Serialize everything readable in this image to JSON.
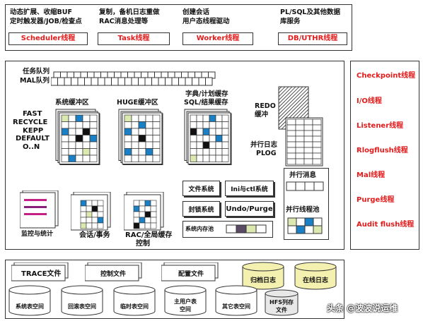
{
  "top_panel": {
    "groups": [
      {
        "desc_line1": "动态扩展、收缩BUF",
        "desc_line2": "定时触发器/JOB/检查点",
        "label": "Scheduler线程"
      },
      {
        "desc_line1": "复制，备机日志重做",
        "desc_line2": "RAC消息处理等",
        "label": "Task线程"
      },
      {
        "desc_line1": "创建会话",
        "desc_line2": "用户态线程驱动",
        "label": "Worker线程"
      },
      {
        "desc_line1": "PL/SQL及其他数据",
        "desc_line2": "库服务",
        "label": "DB/UTHR线程"
      }
    ]
  },
  "memory": {
    "task_queue": "任务队列",
    "mal_queue": "MAL队列",
    "sys_buffer": "系统缓冲区",
    "buffer_types": [
      "FAST",
      "RECYCLE",
      "KEPP",
      "DEFAULT",
      "O..N"
    ],
    "huge_buffer": "HUGE缓冲区",
    "dict_cache_line1": "字典/计划缓存",
    "dict_cache_line2": "SQL/结果缓存",
    "redo_line1": "REDO",
    "redo_line2": "缓冲",
    "plog_line1": "并行日志",
    "plog_line2": "PLOG",
    "parallel_msg": "并行消息",
    "parallel_pool": "并行线程池",
    "file_system": "文件系统",
    "ini_ctl": "Ini与ctl系统",
    "lock_system": "封锁系统",
    "undo_purge": "Undo/Purge",
    "sys_mem_pool": "系统内存池",
    "monitor_stats": "监控与统计",
    "session_tx": "会话/事务",
    "rac_cache_line1": "RAC/全局缓存",
    "rac_cache_line2": "控制"
  },
  "right_threads": [
    "Checkpoint线程",
    "I/O线程",
    "Listener线程",
    "Rlogflush线程",
    "Mal线程",
    "Purge线程",
    "Audit flush线程"
  ],
  "files": {
    "trace_file": "TRACE文件",
    "control_file": "控制文件",
    "config_file": "配置文件",
    "archive_log": "归档日志",
    "online_log": "在线日志",
    "tablespaces": [
      "系统表空间",
      "回滚表空间",
      "临时表空间"
    ],
    "main_ts_line1": "主用户表",
    "main_ts_line2": "空间",
    "other_ts": "其它表空间",
    "hfs_line1": "HFS列存",
    "hfs_line2": "文件"
  },
  "watermark": "头条 @波波说运维",
  "colors": {
    "blue": "#1a7fc4",
    "black": "#111111",
    "green": "#dbe8b0",
    "red": "#e21b1b",
    "cylinder_yellow": "#f4f0b0"
  }
}
